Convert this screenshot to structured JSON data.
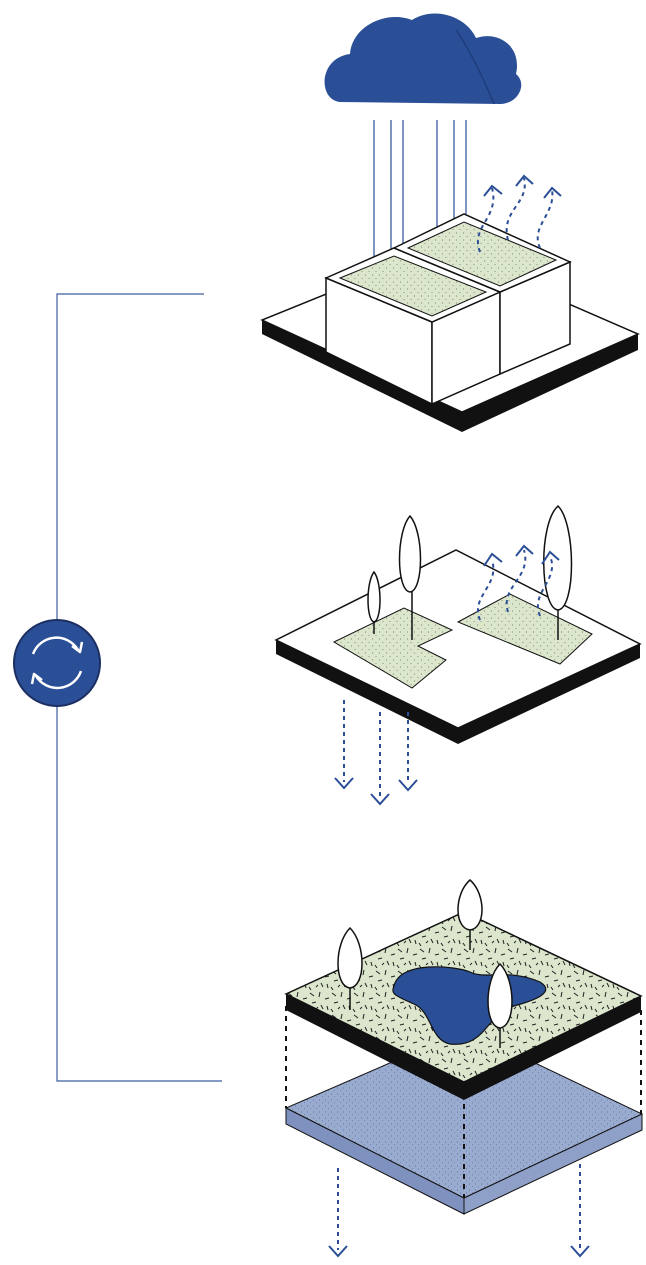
{
  "diagram": {
    "stages": [
      {
        "id": "green-roof-building",
        "label": "",
        "arrows_up": 3,
        "rain_lines": 6
      },
      {
        "id": "permeable-ground-with-planters",
        "label": "",
        "arrows_up": 3,
        "arrows_down": 3
      },
      {
        "id": "landscape-with-pond-and-aquifer",
        "label": "",
        "arrows_down": 2
      }
    ],
    "cycle_icon": "recycle-icon",
    "colors": {
      "blue_dark": "#2b4f97",
      "blue_light": "#9aabd0",
      "green_light": "#dbe6cc",
      "line": "#111111",
      "connector": "#3f5f9f"
    },
    "icons": [
      "cloud-icon",
      "tree-icon",
      "arrow-up-icon",
      "arrow-down-icon",
      "recycle-icon"
    ]
  }
}
